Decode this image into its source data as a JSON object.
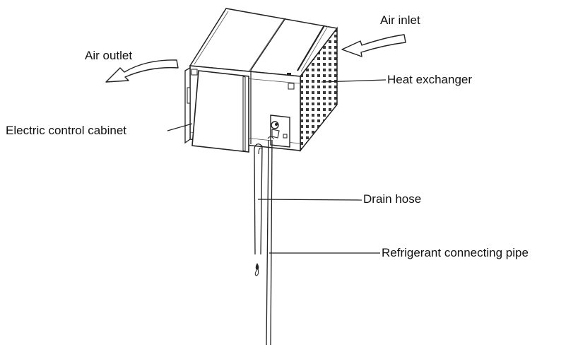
{
  "labels": {
    "air_inlet": "Air inlet",
    "air_outlet": "Air outlet",
    "heat_exchanger": "Heat exchanger",
    "electric_control_cabinet": "Electric control cabinet",
    "drain_hose": "Drain hose",
    "refrigerant_connecting_pipe": "Refrigerant connecting pipe"
  },
  "colors": {
    "line": "#222222",
    "background": "#ffffff"
  }
}
